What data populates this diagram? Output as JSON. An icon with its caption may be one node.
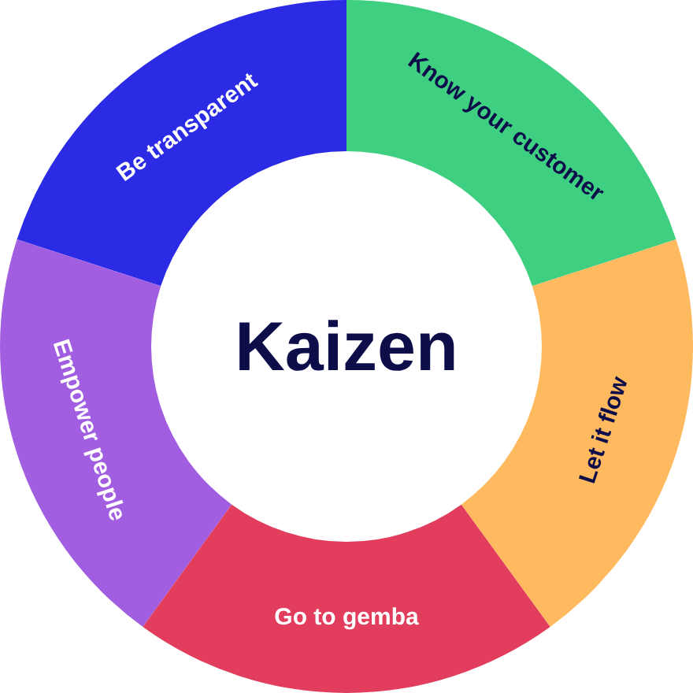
{
  "diagram": {
    "nodes": [
      {
        "text": [
          "Be transparent"
        ]
      },
      {
        "text": [
          "Know your customer"
        ]
      },
      {
        "text": [
          "Kaizen"
        ]
      },
      {
        "text": [
          "Empower people"
        ]
      },
      {
        "text": [
          "Let it flow"
        ]
      },
      {
        "text": [
          "Go to gemba"
        ]
      }
    ]
  }
}
